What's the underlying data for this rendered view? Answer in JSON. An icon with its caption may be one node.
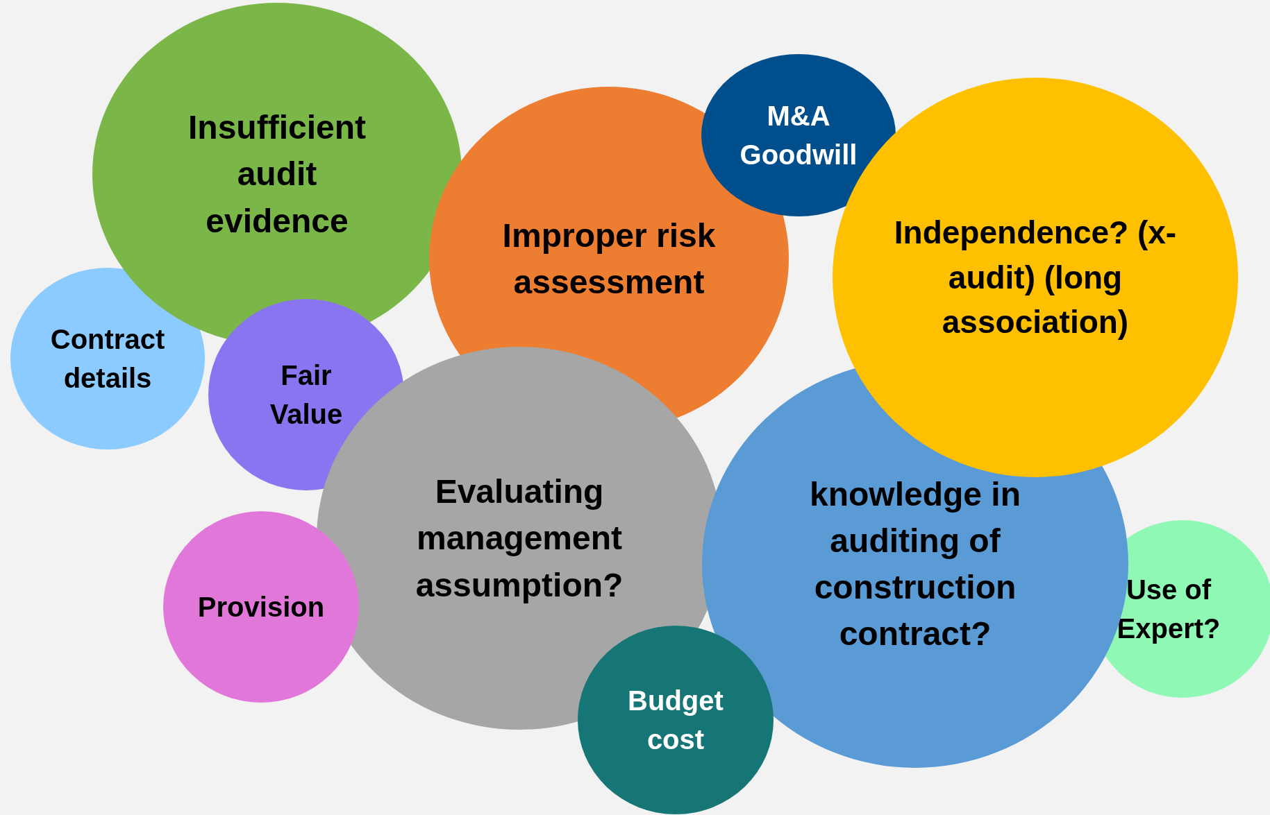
{
  "diagram": {
    "nodes": [
      {
        "text": [
          "Insufficient audit evidence"
        ]
      },
      {
        "text": [
          "M&A Goodwill"
        ]
      },
      {
        "text": [
          "Improper risk assessment"
        ]
      },
      {
        "text": [
          "Independence? (x-audit) (long association)"
        ]
      },
      {
        "text": [
          "Contract details"
        ]
      },
      {
        "text": [
          "Fair Value"
        ]
      },
      {
        "text": [
          "Evaluating management assumption?"
        ]
      },
      {
        "text": [
          "knowledge in auditing of construction contract?"
        ]
      },
      {
        "text": [
          "Provision"
        ]
      },
      {
        "text": [
          "Use of Expert?"
        ]
      },
      {
        "text": [
          "Budget cost"
        ]
      }
    ]
  }
}
